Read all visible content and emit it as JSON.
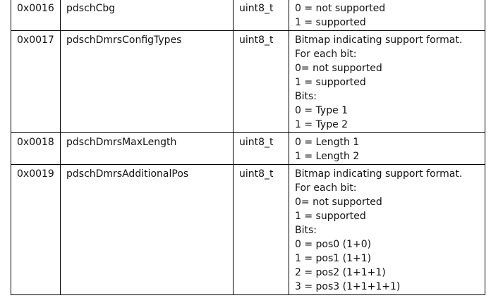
{
  "rows": [
    {
      "tag": "0x0016",
      "name": "pdschCbg",
      "type": "uint8_t",
      "desc": [
        "0 = not supported",
        "1 = supported"
      ]
    },
    {
      "tag": "0x0017",
      "name": "pdschDmrsConfigTypes",
      "type": "uint8_t",
      "desc": [
        "Bitmap indicating support format.",
        "For each bit:",
        "0= not supported",
        "1 = supported",
        "Bits:",
        "0 = Type 1",
        "1 = Type 2"
      ]
    },
    {
      "tag": "0x0018",
      "name": "pdschDmrsMaxLength",
      "type": "uint8_t",
      "desc": [
        "0 = Length 1",
        "1 = Length 2"
      ]
    },
    {
      "tag": "0x0019",
      "name": "pdschDmrsAdditionalPos",
      "type": "uint8_t",
      "desc": [
        "Bitmap indicating support format.",
        "For each bit:",
        "0= not supported",
        "1 = supported",
        "Bits:",
        "0 = pos0 (1+0)",
        "1 = pos1 (1+1)",
        "2 = pos2 (1+1+1)",
        "3 = pos3 (1+1+1+1)"
      ]
    }
  ]
}
